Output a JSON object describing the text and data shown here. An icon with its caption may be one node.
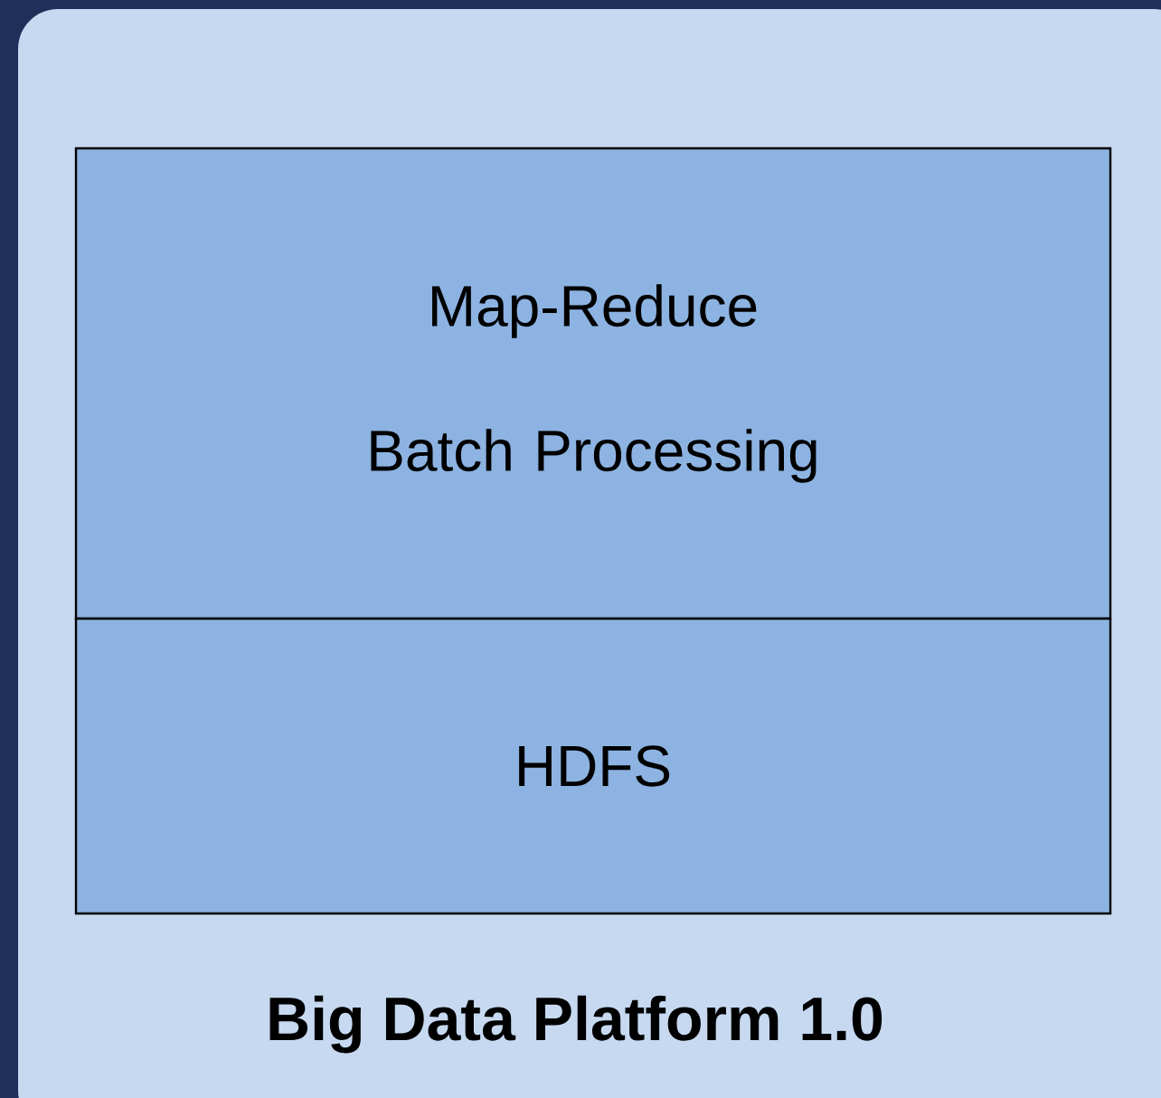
{
  "diagram": {
    "nodes": [
      {
        "text": [
          "Big Data Platform 1.0"
        ]
      },
      {
        "text": [
          "Map-Reduce Batch Processing"
        ],
        "in": 0
      },
      {
        "text": [
          "HDFS"
        ],
        "in": 0
      }
    ]
  }
}
